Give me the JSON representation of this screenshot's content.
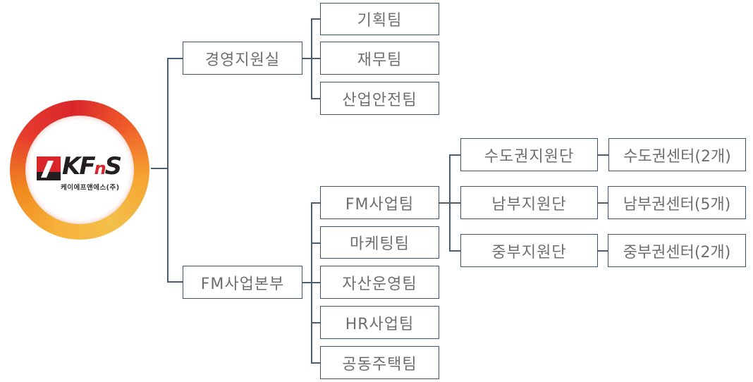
{
  "logo": {
    "brand": "KFnS",
    "brand_parts": [
      "KF",
      "n",
      "S"
    ],
    "subtitle": "케이에프앤에스(주)",
    "colors": {
      "ring_primary": "#f18a1e",
      "ring_accent": "#d9262b",
      "mark": "#d9262b"
    }
  },
  "org": {
    "divisions": [
      {
        "name": "경영지원실",
        "teams": [
          {
            "name": "기획팀"
          },
          {
            "name": "재무팀"
          },
          {
            "name": "산업안전팀"
          }
        ]
      },
      {
        "name": "FM사업본부",
        "teams": [
          {
            "name": "FM사업팀",
            "units": [
              {
                "name": "수도권지원단",
                "center": "수도권센터(2개)"
              },
              {
                "name": "남부지원단",
                "center": "남부권센터(5개)"
              },
              {
                "name": "중부지원단",
                "center": "중부권센터(2개)"
              }
            ]
          },
          {
            "name": "마케팅팀"
          },
          {
            "name": "자산운영팀"
          },
          {
            "name": "HR사업팀"
          },
          {
            "name": "공동주택팀"
          }
        ]
      }
    ]
  },
  "colors": {
    "border": "#3f556b",
    "connector": "#4a5e72",
    "text": "#6e6e6e"
  }
}
